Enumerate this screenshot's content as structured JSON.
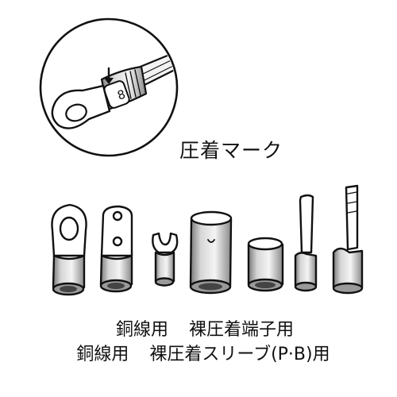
{
  "callout": {
    "label": "圧着マーク",
    "marker_digit": "8"
  },
  "captions": [
    {
      "material": "銅線用",
      "product": "裸圧着端子用"
    },
    {
      "material": "銅線用",
      "product": "裸圧着スリーブ(P·B)用"
    }
  ],
  "colors": {
    "ink": "#111111",
    "background": "#ffffff",
    "metal_shade": "#bdbdbd"
  },
  "terminals": [
    "ring-terminal-icon",
    "two-hole-terminal-icon",
    "fork-terminal-icon",
    "butt-sleeve-icon",
    "short-sleeve-icon",
    "pin-terminal-icon",
    "blade-terminal-icon"
  ]
}
